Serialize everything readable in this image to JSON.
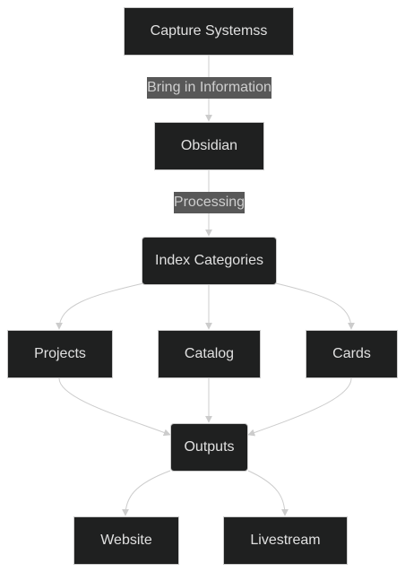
{
  "diagram": {
    "nodes": {
      "capture": "Capture Systemss",
      "obsidian": "Obsidian",
      "index": "Index Categories",
      "projects": "Projects",
      "catalog": "Catalog",
      "cards": "Cards",
      "outputs": "Outputs",
      "website": "Website",
      "livestream": "Livestream"
    },
    "edge_labels": {
      "capture_to_obsidian": "Bring in Information",
      "obsidian_to_index": "Processing"
    },
    "colors": {
      "node_fill": "#1f2020",
      "node_border": "#cccccc",
      "node_text": "#e0e0e0",
      "edge": "#cccccc",
      "edge_label_bg": "#585858",
      "background": "#ffffff"
    }
  }
}
